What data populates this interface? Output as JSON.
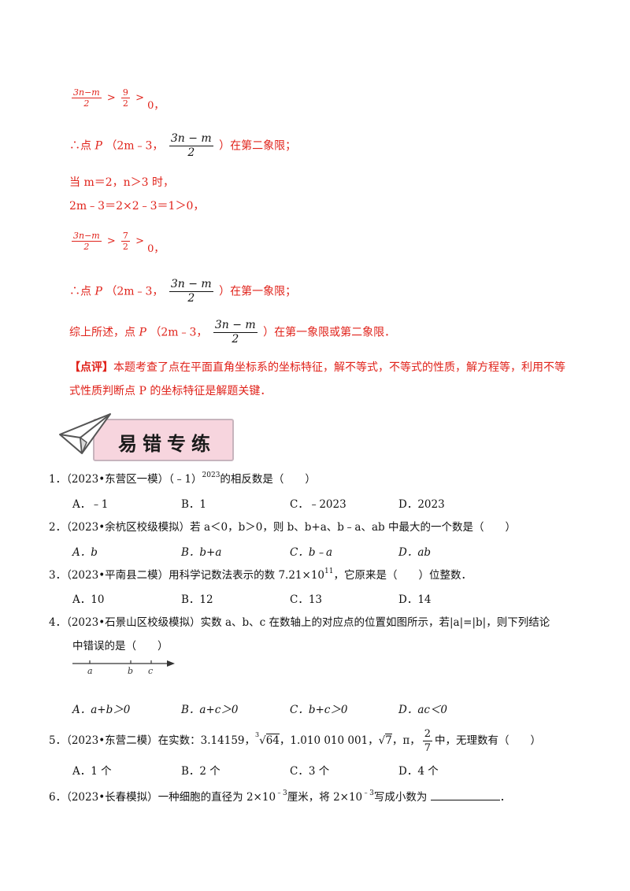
{
  "solution": {
    "l1_cmp": ">",
    "l1_half_num": "9",
    "l1_half_den": "2",
    "l1_tail": "0，",
    "l2_prefix": "∴点",
    "l2_point": "P",
    "l2_open": "（2m﹣3，",
    "l2_close": "）在第二象限；",
    "l3": "当 m＝2，n＞3 时，",
    "l4": "2m﹣3＝2×2﹣3＝1＞0，",
    "l5_half_num": "7",
    "l5_half_den": "2",
    "l5_tail": "0，",
    "l6_close": "）在第一象限；",
    "l7_prefix": "综上所述，点",
    "l7_close": "）在第一象限或第二象限．",
    "frac_num": "3n − m",
    "frac_den": "2",
    "frac_small_num": "3n−m",
    "frac_small_den": "2",
    "comment_tag": "【点评】",
    "comment_1": "本题考查了点在平面直角坐标系的坐标特征，解不等式，不等式的性质，解方程等，利用不等",
    "comment_2": "式性质判断点 P 的坐标特征是解题关键．"
  },
  "banner": {
    "title": "易错专练"
  },
  "questions": [
    {
      "num": "1．",
      "source": "（2023•东营区一模）",
      "text_a": "（﹣1）",
      "sup": "2023",
      "text_b": "的相反数是（　　）",
      "options": [
        "A．﹣1",
        "B．1",
        "C．﹣2023",
        "D．2023"
      ]
    },
    {
      "num": "2．",
      "source": "（2023•余杭区校级模拟）",
      "text": "若 a＜0，b＞0，则 b、b+a、b﹣a、ab 中最大的一个数是（　　）",
      "options": [
        "A．b",
        "B．b+a",
        "C．b﹣a",
        "D．ab"
      ]
    },
    {
      "num": "3．",
      "source": "（2023•平南县二模）",
      "text_a": "用科学记数法表示的数 7.21×10",
      "sup": "11",
      "text_b": "，它原来是（　　）位整数．",
      "options": [
        "A．10",
        "B．12",
        "C．13",
        "D．14"
      ]
    },
    {
      "num": "4．",
      "source": "（2023•石景山区校级模拟）",
      "text": "实数 a、b、c 在数轴上的对应点的位置如图所示，若|a|=|b|，则下列结论",
      "text2": "中错误的是（　　）",
      "axis_labels": [
        "a",
        "b",
        "c"
      ],
      "options": [
        "A．a+b＞0",
        "B．a+c＞0",
        "C．b+c＞0",
        "D．ac＜0"
      ]
    },
    {
      "num": "5．",
      "source": "（2023•东营二模）",
      "text_a": "在实数：3.14159，",
      "cbrt_index": "3",
      "cbrt_radicand": "64",
      "text_b": "，1.010 010 001，",
      "sqrt_radicand": "7",
      "text_c": "，π，",
      "frac_num": "2",
      "frac_den": "7",
      "text_d": "中，无理数有（　　）",
      "options": [
        "A．1 个",
        "B．2 个",
        "C．3 个",
        "D．4 个"
      ]
    },
    {
      "num": "6．",
      "source": "（2023•长春模拟）",
      "text_a": "一种细胞的直径为 2×10",
      "sup1": "﹣3",
      "text_b": "厘米，将 2×10",
      "sup2": "﹣3",
      "text_c": "写成小数为",
      "text_end": "．"
    }
  ]
}
